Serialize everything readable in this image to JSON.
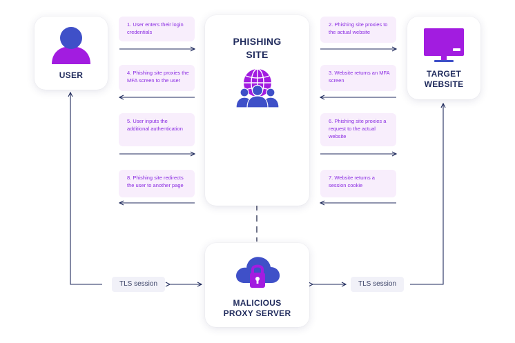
{
  "nodes": {
    "user": "USER",
    "phishing_site": [
      "PHISHING",
      "SITE"
    ],
    "target_website": [
      "TARGET",
      "WEBSITE"
    ],
    "proxy": [
      "MALICIOUS",
      "PROXY SERVER"
    ]
  },
  "steps": {
    "s1": "1. User enters their login credentials",
    "s2": "2. Phishing site proxies to the actual website",
    "s3": "3. Website returns an MFA screen",
    "s4": "4. Phishing site proxies the MFA screen to the user",
    "s5": "5. User inputs the additional authentication",
    "s6": "6. Phishing site proxies a request to the actual website",
    "s7": "7. Website returns a session cookie",
    "s8": "8. Phishing site redirects the user to another page"
  },
  "tls": {
    "left": "TLS session",
    "right": "TLS session"
  },
  "icons": {
    "user": "person-icon",
    "phishing": "globe-people-icon",
    "target": "monitor-icon",
    "proxy": "cloud-lock-icon"
  },
  "colors": {
    "purple": "#a21ce0",
    "navy": "#1f2a5c",
    "lock": "#8a2be2",
    "cloud": "#3f56c9",
    "note_bg": "#f8eefc",
    "tls_bg": "#f1f1f8"
  }
}
